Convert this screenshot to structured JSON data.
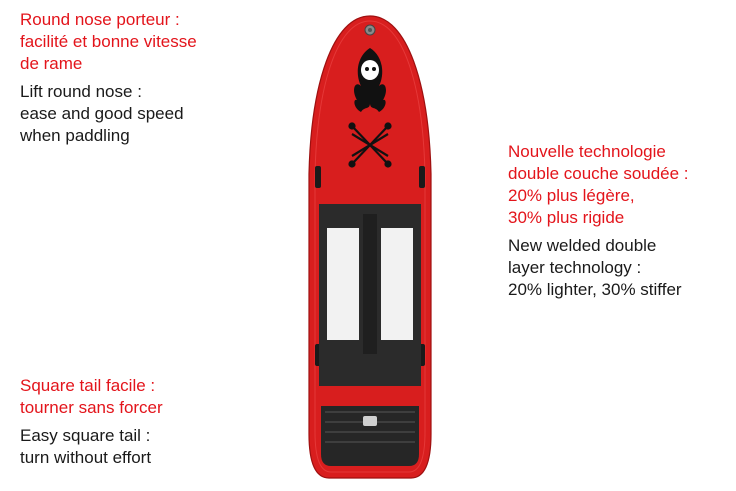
{
  "colors": {
    "french_text": "#e3141b",
    "english_text": "#1a1a1a",
    "board_red": "#d81e1e",
    "deck_pad": "#2b2b2b",
    "deck_white": "#f2f2f2"
  },
  "notes": {
    "nose": {
      "fr": [
        "Round nose porteur :",
        "facilité et bonne vitesse",
        "de rame"
      ],
      "en": [
        "Lift round nose :",
        "ease and good speed",
        "when paddling"
      ]
    },
    "tech": {
      "fr": [
        "Nouvelle technologie",
        "double couche soudée :",
        "20% plus légère,",
        "30% plus rigide"
      ],
      "en": [
        "New welded double",
        "layer technology :",
        "20% lighter, 30% stiffer"
      ]
    },
    "tail": {
      "fr": [
        "Square tail facile :",
        "tourner sans forcer"
      ],
      "en": [
        "Easy square tail :",
        "turn without effort"
      ]
    }
  },
  "board_icons": [
    "paddle-board-icon",
    "flame-logo-icon",
    "bungee-cords-icon",
    "traction-pad-icon",
    "valve-icon",
    "handle-icon"
  ]
}
